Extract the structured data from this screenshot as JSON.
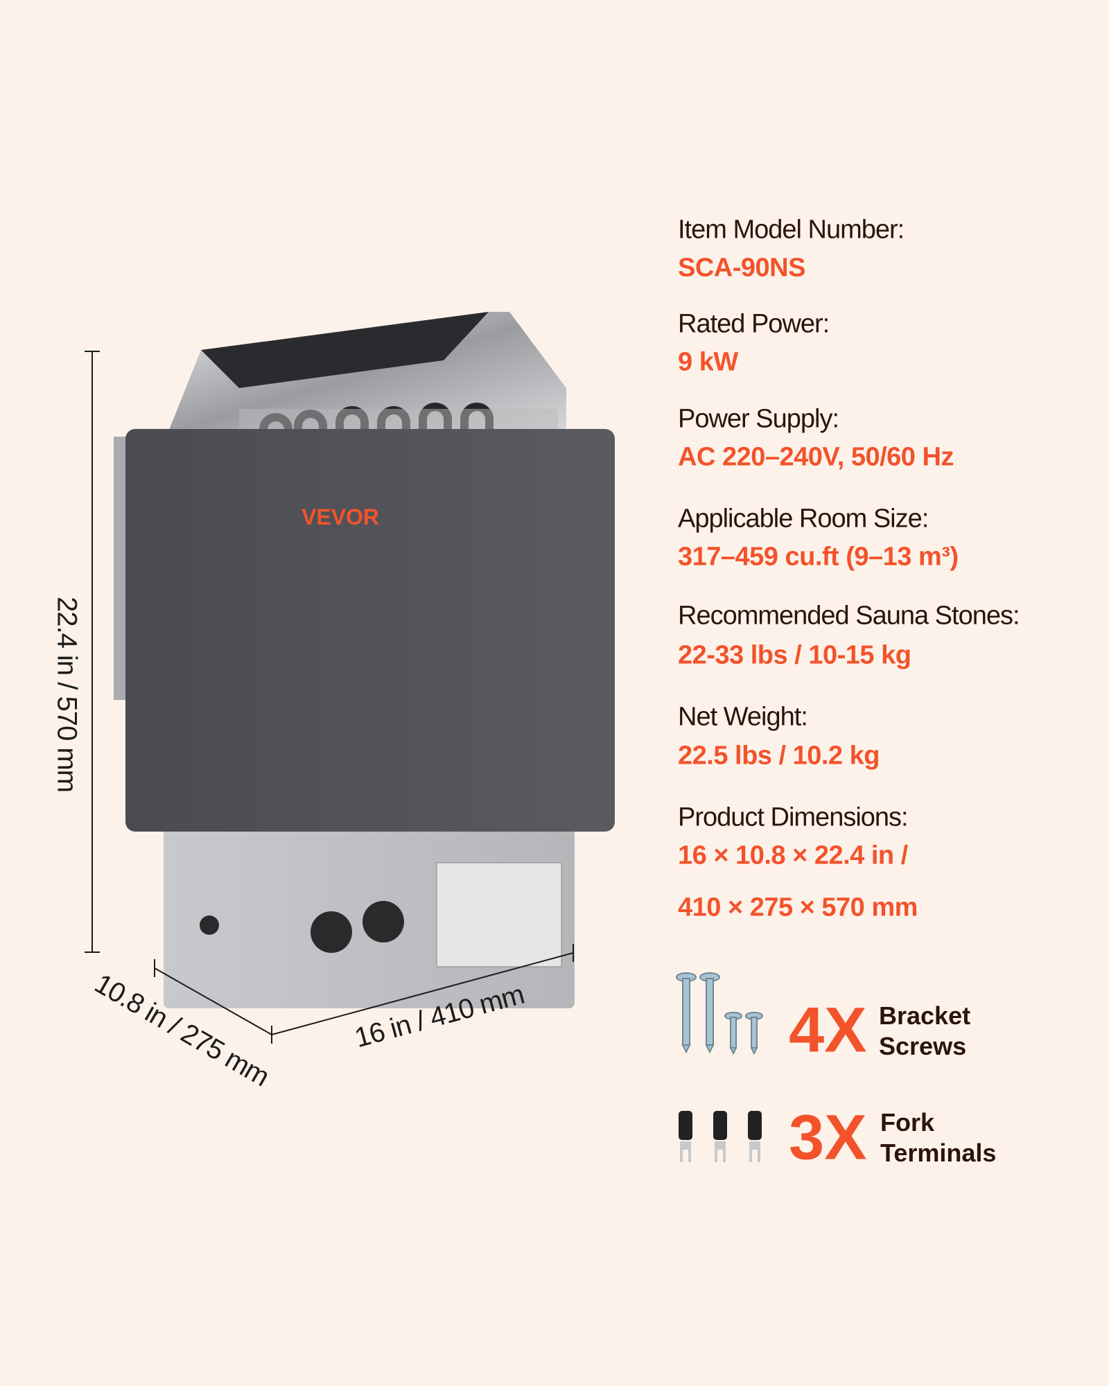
{
  "brand": {
    "logo_text": "VEVOR",
    "accent_color": "#f2532b"
  },
  "specs": [
    {
      "label": "Item Model Number:",
      "value": "SCA-90NS"
    },
    {
      "label": "Rated Power:",
      "value": "9 kW"
    },
    {
      "label": "Power Supply:",
      "value": "AC 220–240V, 50/60 Hz"
    },
    {
      "label": "Applicable Room Size:",
      "value": "317–459 cu.ft (9–13 m³)"
    },
    {
      "label": "Recommended Sauna Stones:",
      "value": "22-33 lbs / 10-15 kg"
    },
    {
      "label": "Net Weight:",
      "value": "22.5 lbs / 10.2 kg"
    },
    {
      "label": "Product Dimensions:",
      "value": "16 × 10.8 × 22.4 in /",
      "value2": "410 × 275 × 570  mm"
    }
  ],
  "dimensions": {
    "height": "22.4 in / 570 mm",
    "width": "16 in / 410 mm",
    "depth": "10.8 in / 275 mm"
  },
  "accessories": [
    {
      "count": "4X",
      "line1": "Bracket",
      "line2": "Screws",
      "icon": "screw-icon"
    },
    {
      "count": "3X",
      "line1": "Fork",
      "line2": "Terminals",
      "icon": "fork-terminal-icon"
    }
  ]
}
